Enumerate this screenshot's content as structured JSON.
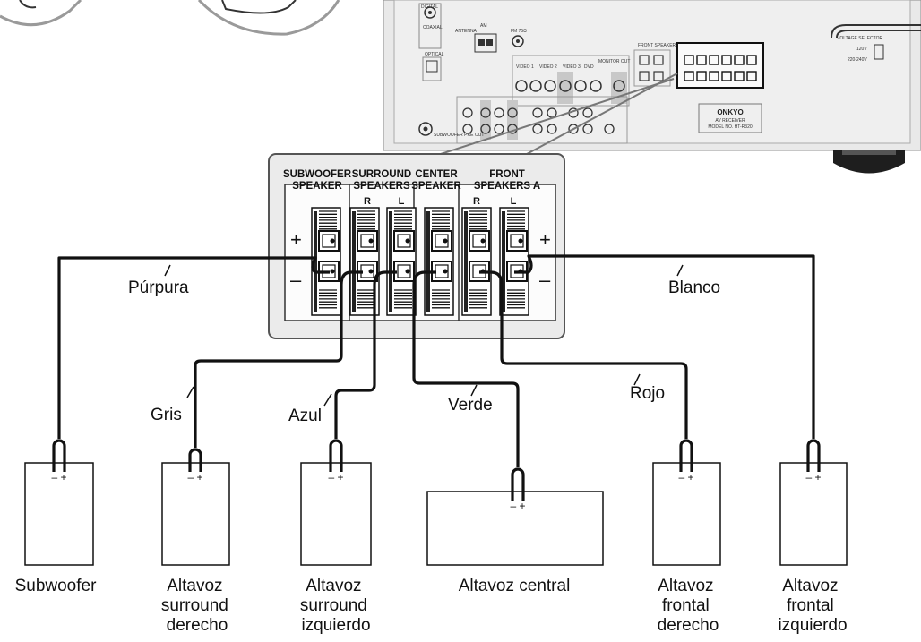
{
  "panel": {
    "sections": [
      {
        "line1": "SUBWOOFER",
        "line2": "SPEAKER"
      },
      {
        "line1": "SURROUND",
        "line2": "SPEAKERS"
      },
      {
        "line1": "CENTER",
        "line2": "SPEAKER"
      },
      {
        "line1": "FRONT",
        "line2": "SPEAKERS A"
      }
    ],
    "channel_labels": [
      "R",
      "L",
      "R",
      "L"
    ],
    "plus_sign": "+",
    "minus_sign": "–"
  },
  "wires": [
    {
      "color_label": "Púrpura"
    },
    {
      "color_label": "Gris"
    },
    {
      "color_label": "Azul"
    },
    {
      "color_label": "Verde"
    },
    {
      "color_label": "Rojo"
    },
    {
      "color_label": "Blanco"
    }
  ],
  "speakers": [
    {
      "lines": [
        "Subwoofer"
      ],
      "polarity": "– +"
    },
    {
      "lines": [
        "Altavoz",
        "surround",
        "derecho"
      ],
      "polarity": "– +"
    },
    {
      "lines": [
        "Altavoz",
        "surround",
        "izquierdo"
      ],
      "polarity": "– +"
    },
    {
      "lines": [
        "Altavoz central"
      ],
      "polarity": "– +"
    },
    {
      "lines": [
        "Altavoz",
        "frontal",
        "derecho"
      ],
      "polarity": "– +"
    },
    {
      "lines": [
        "Altavoz",
        "frontal",
        "izquierdo"
      ],
      "polarity": "– +"
    }
  ],
  "receiver": {
    "brand": "ONKYO",
    "model_line1": "AV RECEIVER",
    "model_line2": "MODEL NO. HT-R320",
    "jack_labels": [
      "DIGITAL",
      "COAXIAL",
      "OPTICAL",
      "ANTENNA",
      "AM",
      "FM 75Ω",
      "VIDEO 1",
      "VIDEO 2",
      "VIDEO 3",
      "DVD",
      "MONITOR OUT",
      "VOLTAGE SELECTOR",
      "120V",
      "220-240V",
      "SUBWOOFER PRE OUT",
      "FRONT SPEAKERS B"
    ]
  }
}
